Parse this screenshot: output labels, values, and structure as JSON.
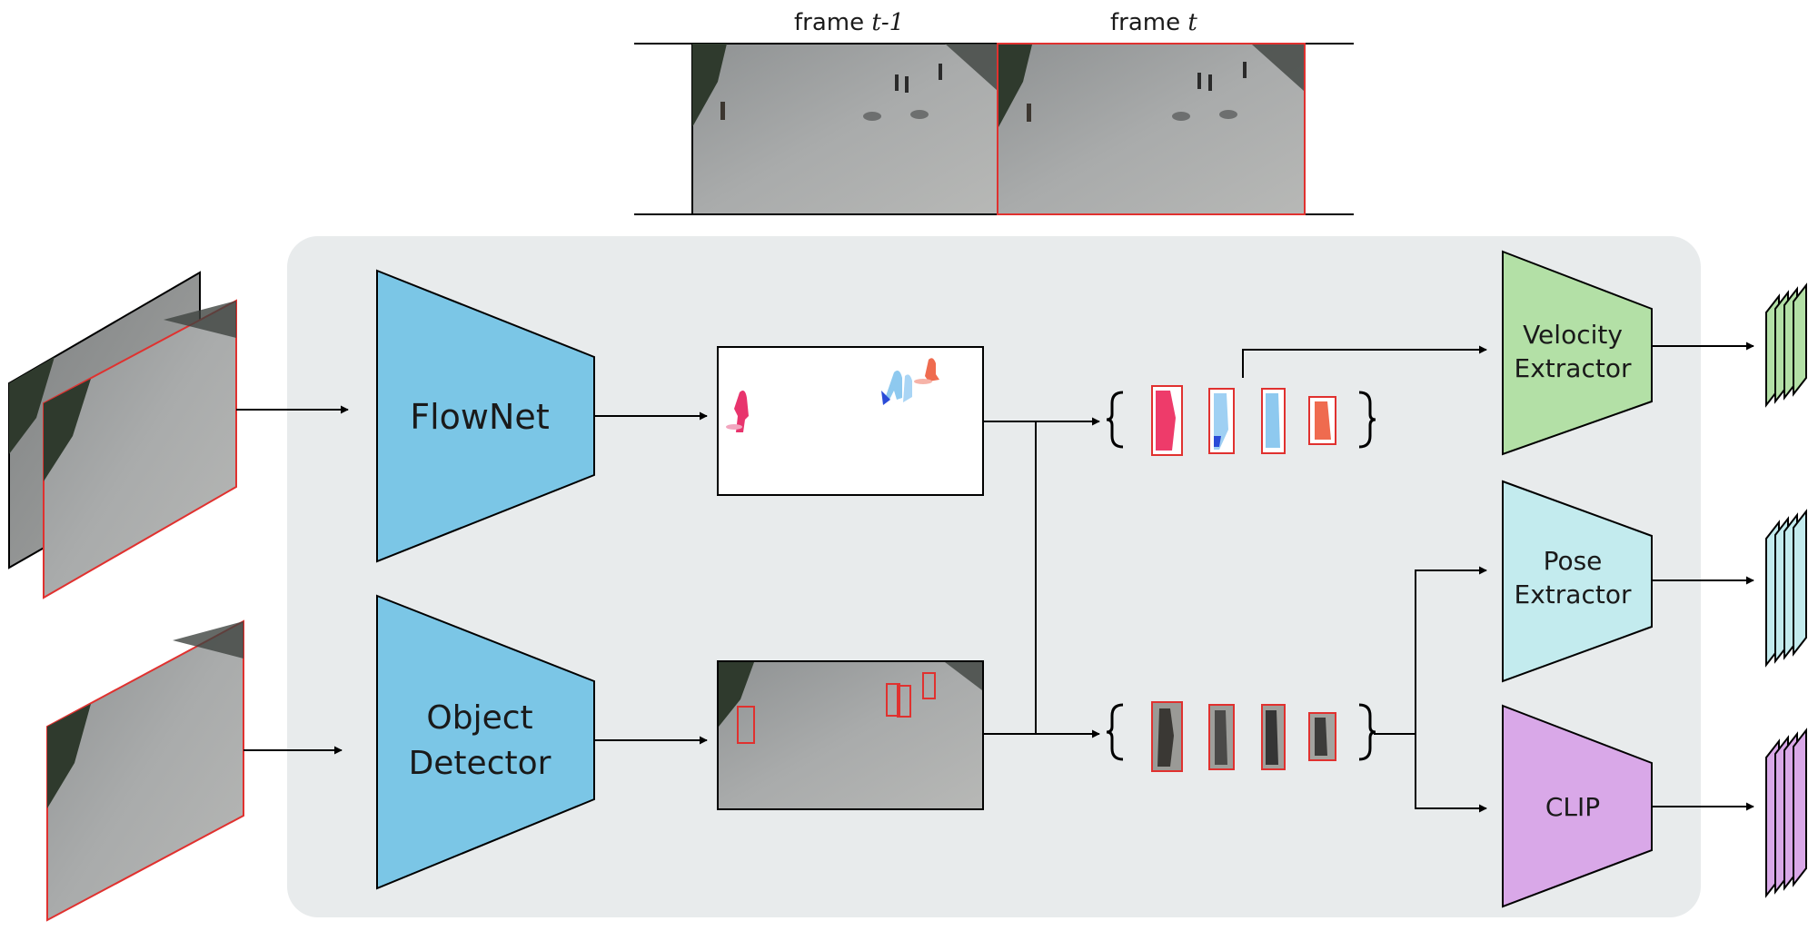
{
  "header": {
    "frame_prev_word": "frame",
    "frame_prev_var": "t-1",
    "frame_cur_word": "frame",
    "frame_cur_var": "t"
  },
  "modules": {
    "flownet": "FlowNet",
    "detector_line1": "Object",
    "detector_line2": "Detector",
    "velocity_line1": "Velocity",
    "velocity_line2": "Extractor",
    "pose_line1": "Pose",
    "pose_line2": "Extractor",
    "clip": "CLIP"
  },
  "colors": {
    "panel": "#e8ebec",
    "network_blue": "#7bc6e6",
    "velocity_green": "#b3e0a6",
    "pose_cyan": "#c3ebee",
    "clip_purple": "#d9a8e8",
    "box_red": "#e0312f",
    "arrow": "#000000"
  }
}
